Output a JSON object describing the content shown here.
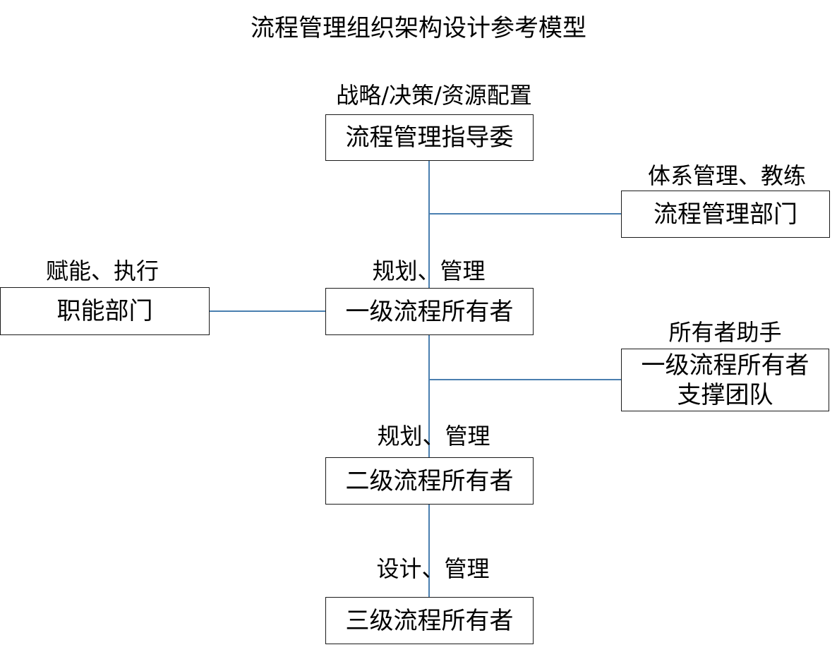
{
  "title": "流程管理组织架构设计参考模型",
  "nodes": {
    "steering_committee": {
      "label": "流程管理指导委",
      "role": "战略/决策/资源配置"
    },
    "process_dept": {
      "label": "流程管理部门",
      "role": "体系管理、教练"
    },
    "functional_dept": {
      "label": "职能部门",
      "role": "赋能、执行"
    },
    "level1_owner": {
      "label": "一级流程所有者",
      "role": "规划、管理"
    },
    "level1_support": {
      "label_line1": "一级流程所有者",
      "label_line2": "支撑团队",
      "role": "所有者助手"
    },
    "level2_owner": {
      "label": "二级流程所有者",
      "role": "规划、管理"
    },
    "level3_owner": {
      "label": "三级流程所有者",
      "role": "设计、管理"
    }
  },
  "colors": {
    "connector": "#4a7fb0",
    "box_border": "#1a1a1a"
  }
}
